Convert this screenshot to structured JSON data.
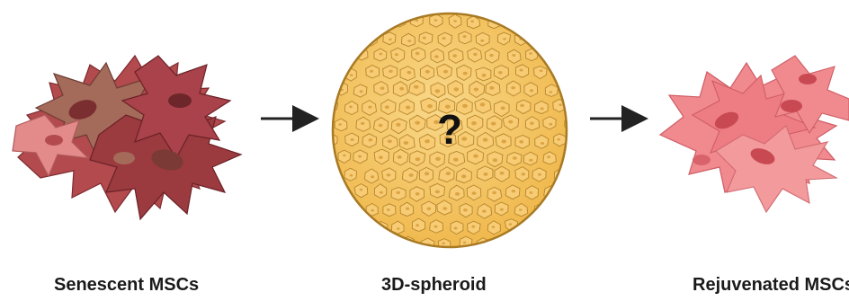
{
  "stages": [
    {
      "label": "Senescent MSCs",
      "icon": "senescent-cell-cluster"
    },
    {
      "label": "3D-spheroid",
      "icon": "spheroid",
      "center_text": "?"
    },
    {
      "label": "Rejuvenated MSCs",
      "icon": "rejuvenated-cell-cluster"
    }
  ],
  "colors": {
    "senescent_dark": "#9b3a3f",
    "senescent_mid": "#b24a4e",
    "senescent_brown": "#a46a5a",
    "senescent_pink": "#e38a8a",
    "spheroid_fill": "#f3c262",
    "spheroid_cell": "#f7cc74",
    "spheroid_edge": "#b8862b",
    "spheroid_nucleus": "#dca443",
    "rejuv_fill": "#f08a8e",
    "rejuv_dark": "#d9636b",
    "arrow": "#222222"
  }
}
